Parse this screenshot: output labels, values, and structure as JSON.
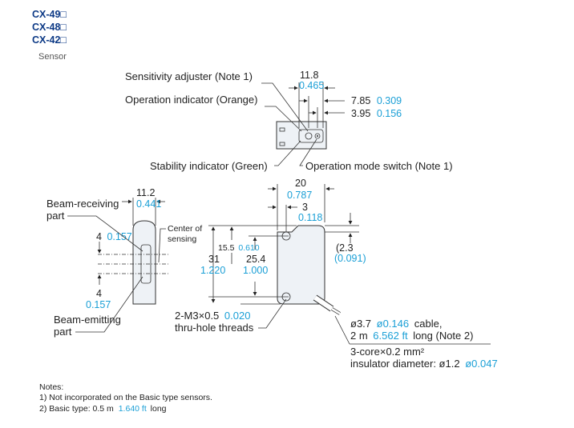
{
  "header": {
    "models": [
      "CX-49□",
      "CX-48□",
      "CX-42□"
    ],
    "category": "Sensor"
  },
  "top_view": {
    "sensitivity_adjuster": "Sensitivity adjuster (Note 1)",
    "operation_indicator": "Operation indicator (Orange)",
    "stability_indicator": "Stability indicator (Green)",
    "operation_mode_switch": "Operation mode switch (Note 1)",
    "width_mm": "11.8",
    "width_in": "0.465",
    "offset1_mm": "7.85",
    "offset1_in": "0.309",
    "offset2_mm": "3.95",
    "offset2_in": "0.156"
  },
  "side_view": {
    "beam_receiving_line1": "Beam-receiving",
    "beam_receiving_line2": "part",
    "beam_emitting_line1": "Beam-emitting",
    "beam_emitting_line2": "part",
    "center_line1": "Center of",
    "center_line2": "sensing",
    "width_mm": "11.2",
    "width_in": "0.441",
    "upper_mm": "4",
    "upper_in": "0.157",
    "lower_mm": "4",
    "lower_in": "0.157"
  },
  "front_view": {
    "width_mm": "20",
    "width_in": "0.787",
    "edge_mm": "3",
    "edge_in": "0.118",
    "hole_mm": "15.5",
    "hole_in": "0.610",
    "height_mm": "31",
    "height_in": "1.220",
    "pitch_mm": "25.4",
    "pitch_in": "1.000",
    "right_mm": "(2.3",
    "right_in": "(0.091)",
    "thread_line1_a": "2-M3×0.5",
    "thread_line1_b": "0.020",
    "thread_line2": "thru-hole threads",
    "cable_line1_a": "ø3.7",
    "cable_line1_b": "ø0.146",
    "cable_line1_c": "cable,",
    "cable_line2_a": "2 m",
    "cable_line2_b": "6.562 ft",
    "cable_line2_c": "long (Note 2)",
    "core_line": "3-core×0.2 mm²",
    "insulator_a": "insulator diameter: ø1.2",
    "insulator_b": "ø0.047"
  },
  "notes": {
    "title": "Notes:",
    "note1": "1) Not incorporated on the Basic type sensors.",
    "note2_a": "2) Basic type: 0.5 m",
    "note2_b": "1.640 ft",
    "note2_c": "long"
  },
  "colors": {
    "inch_values": "#1a9fd6",
    "model_names": "#0d3a86",
    "body_fill": "#eef2f6"
  }
}
